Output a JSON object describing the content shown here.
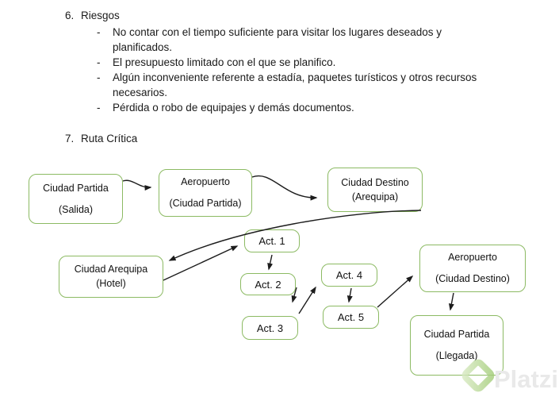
{
  "colors": {
    "box_border": "#8cba63",
    "arrow": "#1c1c1c",
    "watermark_text": "#e9e9e9",
    "watermark_green_light": "#d7e9c0",
    "watermark_green_dark": "#a3cd78"
  },
  "sections": {
    "risks": {
      "number": "6.",
      "title": "Riesgos",
      "items": [
        {
          "bullet": "-",
          "lines": [
            "No contar con el tiempo suficiente para visitar los lugares deseados y",
            "planificados."
          ]
        },
        {
          "bullet": "-",
          "lines": [
            "El presupuesto limitado con el que se planifico."
          ]
        },
        {
          "bullet": "-",
          "lines": [
            "Algún inconveniente referente a estadía, paquetes turísticos y otros recursos",
            "necesarios."
          ]
        },
        {
          "bullet": "-",
          "lines": [
            "Pérdida o robo de equipajes y demás documentos."
          ]
        }
      ]
    },
    "critical_path": {
      "number": "7.",
      "title": "Ruta Crítica"
    }
  },
  "flowchart": {
    "nodes": [
      {
        "id": "ciudad-partida-salida",
        "lines": [
          "Ciudad Partida",
          "(Salida)"
        ]
      },
      {
        "id": "aeropuerto-ciudad-partida",
        "lines": [
          "Aeropuerto",
          "(Ciudad Partida)"
        ]
      },
      {
        "id": "ciudad-destino-arequipa",
        "lines": [
          "Ciudad Destino",
          "(Arequipa)"
        ]
      },
      {
        "id": "ciudad-arequipa-hotel",
        "lines": [
          "Ciudad Arequipa",
          "(Hotel)"
        ]
      },
      {
        "id": "act-1",
        "lines": [
          "Act. 1"
        ]
      },
      {
        "id": "act-2",
        "lines": [
          "Act. 2"
        ]
      },
      {
        "id": "act-3",
        "lines": [
          "Act. 3"
        ]
      },
      {
        "id": "act-4",
        "lines": [
          "Act. 4"
        ]
      },
      {
        "id": "act-5",
        "lines": [
          "Act. 5"
        ]
      },
      {
        "id": "aeropuerto-ciudad-destino",
        "lines": [
          "Aeropuerto",
          "(Ciudad Destino)"
        ]
      },
      {
        "id": "ciudad-partida-llegada",
        "lines": [
          "Ciudad Partida",
          "(Llegada)"
        ]
      }
    ],
    "edges": [
      {
        "from": "ciudad-partida-salida",
        "to": "aeropuerto-ciudad-partida"
      },
      {
        "from": "aeropuerto-ciudad-partida",
        "to": "ciudad-destino-arequipa"
      },
      {
        "from": "ciudad-destino-arequipa",
        "to": "ciudad-arequipa-hotel"
      },
      {
        "from": "ciudad-arequipa-hotel",
        "to": "act-1"
      },
      {
        "from": "act-1",
        "to": "act-2"
      },
      {
        "from": "act-2",
        "to": "act-3"
      },
      {
        "from": "act-3",
        "to": "act-4"
      },
      {
        "from": "act-4",
        "to": "act-5"
      },
      {
        "from": "act-5",
        "to": "aeropuerto-ciudad-destino"
      },
      {
        "from": "aeropuerto-ciudad-destino",
        "to": "ciudad-partida-llegada"
      }
    ]
  },
  "watermark": {
    "brand": "Platzi"
  }
}
